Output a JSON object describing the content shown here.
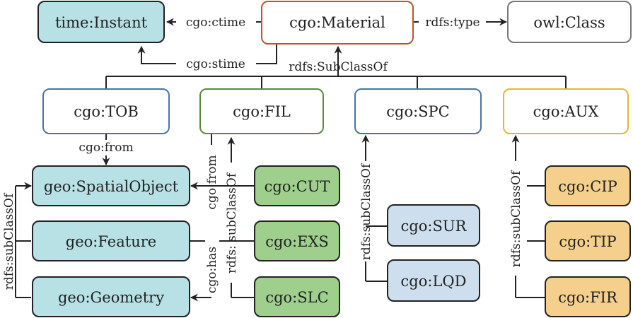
{
  "colors": {
    "line": "#222222",
    "material_border": "#c0532c",
    "tob_border": "#4a74a8",
    "fil_border": "#5a8a3a",
    "spc_border": "#4a74a8",
    "aux_border": "#e5b43a",
    "teal_fill": "#b7e1e5",
    "green_fill": "#9ecf8c",
    "blue_fill": "#cddfee",
    "orange_fill": "#f5d08c",
    "white_fill": "#ffffff"
  },
  "nodes": {
    "time_instant": "time:Instant",
    "material": "cgo:Material",
    "owl_class": "owl:Class",
    "tob": "cgo:TOB",
    "fil": "cgo:FIL",
    "spc": "cgo:SPC",
    "aux": "cgo:AUX",
    "spatial_object": "geo:SpatialObject",
    "feature": "geo:Feature",
    "geometry": "geo:Geometry",
    "cut": "cgo:CUT",
    "exs": "cgo:EXS",
    "slc": "cgo:SLC",
    "sur": "cgo:SUR",
    "lqd": "cgo:LQD",
    "cip": "cgo:CIP",
    "tip": "cgo:TIP",
    "fir": "cgo:FIR"
  },
  "edges": {
    "ctime": "cgo:ctime",
    "stime": "cgo:stime",
    "type": "rdfs:type",
    "subclass_top": "rdfs:SubClassOf",
    "from_tob": "cgo:from",
    "geo_subclass": "rdfs:subClassOf",
    "fil_from": "cgo:from",
    "fil_has": "cgo:has",
    "fil_subclass": "rdfs: subClassOf",
    "spc_subclass": "rdfs:subClassOf",
    "aux_subclass": "rdfs:subClassOf"
  }
}
